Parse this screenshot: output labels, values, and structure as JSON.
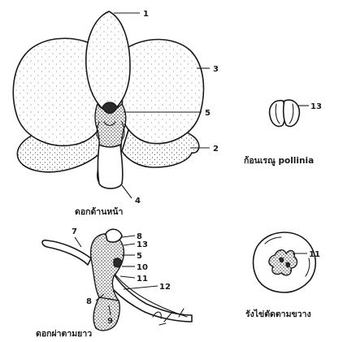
{
  "watermark": "",
  "labels": {
    "n1": "1",
    "n2": "2",
    "n3": "3",
    "n4": "4",
    "n5": "5",
    "n7": "7",
    "n8a": "8",
    "n13a": "13",
    "n5b": "5",
    "n10": "10",
    "n11a": "11",
    "n12": "12",
    "n8b": "8",
    "n9": "9",
    "n13b": "13",
    "n11b": "11"
  },
  "captions": {
    "front_view": "ดอกด้านหน้า",
    "longitudinal_section": "ดอกผ่าตามยาว",
    "pollinia": "ก้อนเรณู pollinia",
    "ovary_cross_section": "รังไข่ตัดตามขวาง"
  }
}
